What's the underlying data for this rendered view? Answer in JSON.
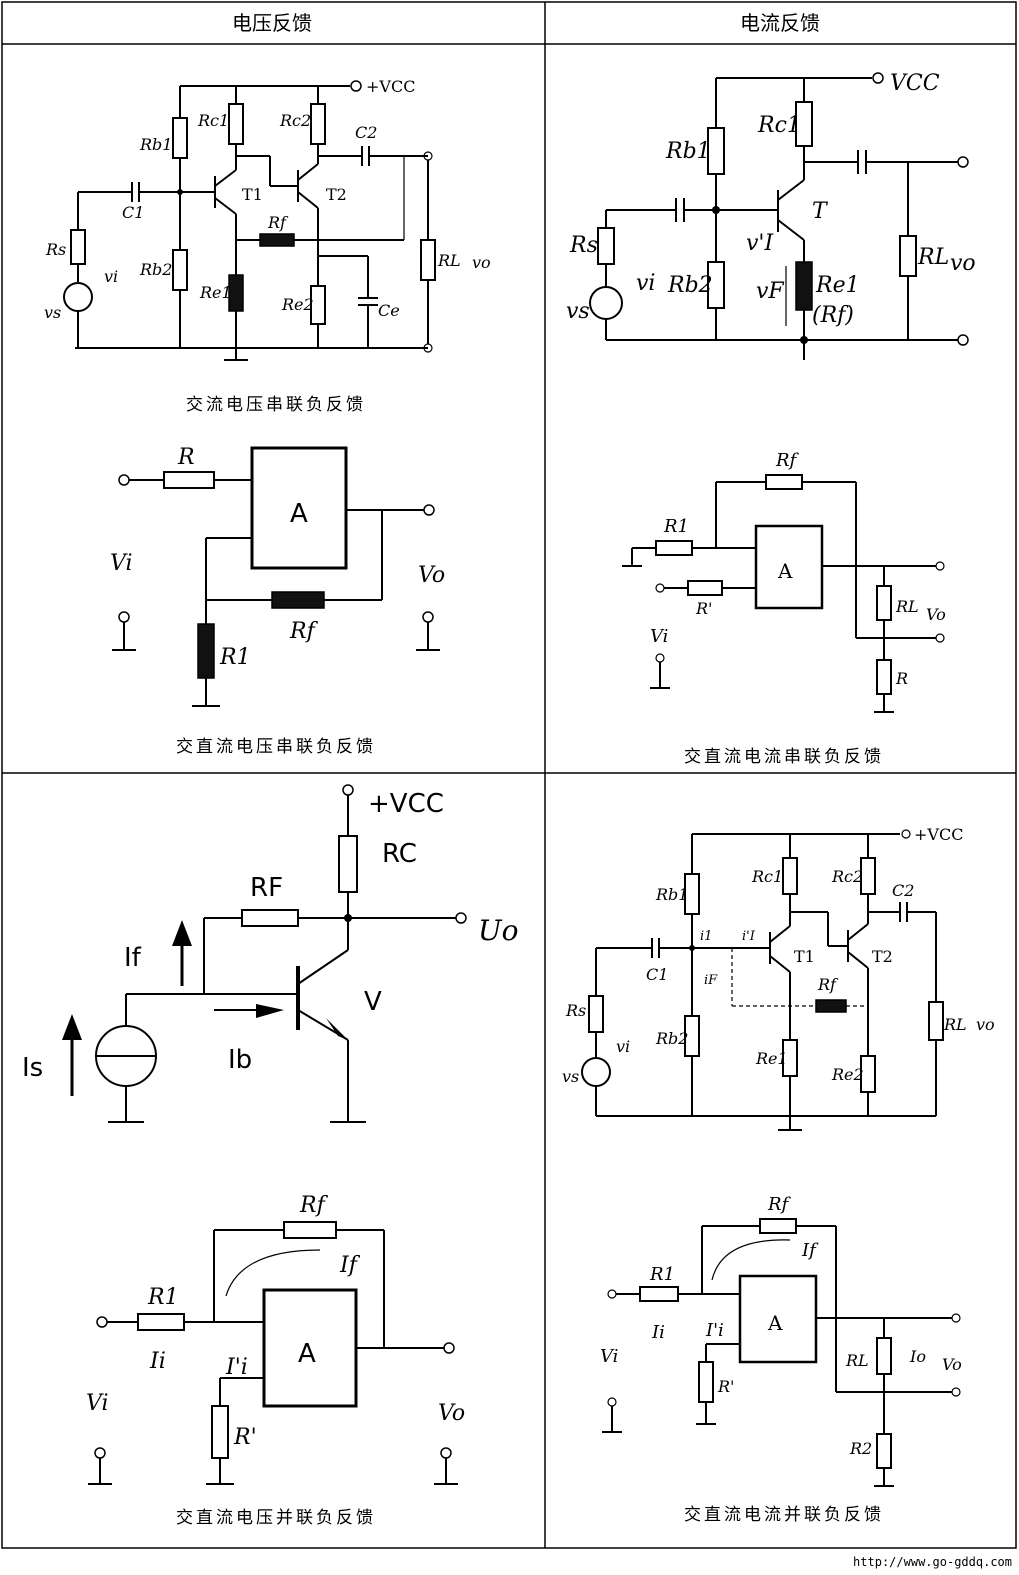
{
  "table": {
    "col_voltage": "电压反馈",
    "col_current": "电流反馈"
  },
  "captions": {
    "c1": "交流电压串联负反馈",
    "c2": "交直流电压串联负反馈",
    "c3": "交直流电流串联负反馈",
    "c4": "交直流电压并联负反馈",
    "c5": "交直流电流并联负反馈"
  },
  "footer": {
    "url": "http://www.go-gddq.com"
  },
  "labels": {
    "vcc": "+VCC",
    "vcc_r": "VCC",
    "rb1": "Rb1",
    "rb2": "Rb2",
    "rc1": "Rc1",
    "rc2": "Rc2",
    "re1": "Re1",
    "re2": "Re2",
    "rs": "Rs",
    "rl": "RL",
    "rf": "Rf",
    "c1": "C1",
    "c2": "C2",
    "ce": "Ce",
    "t1": "T1",
    "t2": "T2",
    "t": "T",
    "v": "V",
    "vi": "vi",
    "vo": "vo",
    "vs": "vs",
    "vf": "vF",
    "vi_p": "v'I",
    "re1_rf": "(Rf)",
    "r": "R",
    "r1": "R1",
    "r2": "R2",
    "rp": "R'",
    "a": "A",
    "vi_cap": "Vi",
    "vo_cap": "Vo",
    "rf_cap": "RF",
    "rc_cap": "RC",
    "if_cap": "If",
    "is_cap": "Is",
    "ib_cap": "Ib",
    "uo_cap": "Uo",
    "ii": "Ii",
    "iip": "I'i",
    "if": "If",
    "io": "Io",
    "i1": "i1",
    "iprime": "i'I",
    "iF": "iF"
  }
}
